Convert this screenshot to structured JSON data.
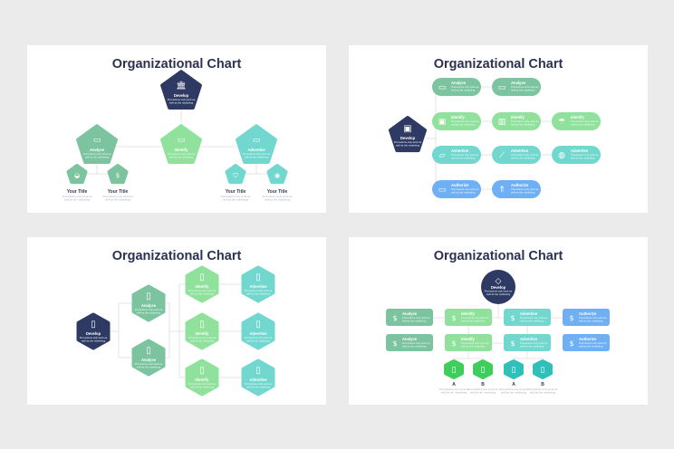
{
  "colors": {
    "navy": "#2e3a63",
    "sage": "#7cc4a0",
    "green": "#8fe19c",
    "teal": "#72d8cf",
    "blue": "#6fb0f5",
    "bright_green": "#3fce5c",
    "bright_teal": "#2fc0ba",
    "line": "#dddddd"
  },
  "slides": [
    {
      "title": "Organizational Chart",
      "nodes": [
        {
          "label": "Develop",
          "text": "Promotions only work as well as the marketing",
          "icon": "bank-icon",
          "color": "navy"
        },
        {
          "label": "Identify",
          "text": "Promotions only work as well as the marketing",
          "icon": "cash-icon",
          "color": "green"
        },
        {
          "label": "Analyse",
          "text": "Promotions only work as well as the marketing",
          "icon": "credit-card-icon",
          "color": "sage"
        },
        {
          "label": "Advertise",
          "text": "Promotions only work as well as the marketing",
          "icon": "card-icon",
          "color": "teal"
        },
        {
          "label": "Your Title",
          "text": "Promotions only work as well as the marketing",
          "icon": "piggy-bank-icon",
          "color": "sage"
        },
        {
          "label": "Your Title",
          "text": "Promotions only work as well as the marketing",
          "icon": "money-bag-icon",
          "color": "sage"
        },
        {
          "label": "Your Title",
          "text": "Promotions only work as well as the marketing",
          "icon": "shield-icon",
          "color": "teal"
        },
        {
          "label": "Your Title",
          "text": "Promotions only work as well as the marketing",
          "icon": "coin-icon",
          "color": "teal"
        }
      ]
    },
    {
      "title": "Organizational Chart",
      "nodes": [
        {
          "label": "Develop",
          "text": "Promotions only work as well as the marketing",
          "icon": "wallet-icon",
          "color": "navy"
        },
        {
          "label": "Analyse",
          "text": "Promotions only work as well as the marketing",
          "icon": "monitor-icon",
          "color": "sage"
        },
        {
          "label": "Analyse",
          "text": "Promotions only work as well as the marketing",
          "icon": "monitor-icon",
          "color": "sage"
        },
        {
          "label": "Identify",
          "text": "Promotions only work as well as the marketing",
          "icon": "safe-icon",
          "color": "green"
        },
        {
          "label": "Identify",
          "text": "Promotions only work as well as the marketing",
          "icon": "bar-chart-icon",
          "color": "green"
        },
        {
          "label": "Identify",
          "text": "Promotions only work as well as the marketing",
          "icon": "umbrella-icon",
          "color": "green"
        },
        {
          "label": "Advertise",
          "text": "Promotions only work as well as the marketing",
          "icon": "car-icon",
          "color": "teal"
        },
        {
          "label": "Advertise",
          "text": "Promotions only work as well as the marketing",
          "icon": "line-chart-icon",
          "color": "teal"
        },
        {
          "label": "Advertise",
          "text": "Promotions only work as well as the marketing",
          "icon": "globe-icon",
          "color": "teal"
        },
        {
          "label": "Authorize",
          "text": "Promotions only work as well as the marketing",
          "icon": "presentation-icon",
          "color": "blue"
        },
        {
          "label": "Authorize",
          "text": "Promotions only work as well as the marketing",
          "icon": "rocket-icon",
          "color": "blue"
        }
      ]
    },
    {
      "title": "Organizational Chart",
      "nodes": [
        {
          "label": "Develop",
          "text": "Promotions only work as well as the marketing",
          "icon": "smartphone-icon",
          "color": "navy"
        },
        {
          "label": "Analyse",
          "text": "Promotions only work as well as the marketing",
          "icon": "smartphone-icon",
          "color": "sage"
        },
        {
          "label": "Analyse",
          "text": "Promotions only work as well as the marketing",
          "icon": "smartphone-icon",
          "color": "sage"
        },
        {
          "label": "Identify",
          "text": "Promotions only work as well as the marketing",
          "icon": "smartphone-icon",
          "color": "green"
        },
        {
          "label": "Identify",
          "text": "Promotions only work as well as the marketing",
          "icon": "smartphone-icon",
          "color": "green"
        },
        {
          "label": "Identify",
          "text": "Promotions only work as well as the marketing",
          "icon": "smartphone-icon",
          "color": "green"
        },
        {
          "label": "Advertise",
          "text": "Promotions only work as well as the marketing",
          "icon": "smartphone-icon",
          "color": "teal"
        },
        {
          "label": "Advertise",
          "text": "Promotions only work as well as the marketing",
          "icon": "smartphone-icon",
          "color": "teal"
        },
        {
          "label": "Advertise",
          "text": "Promotions only work as well as the marketing",
          "icon": "smartphone-icon",
          "color": "teal"
        }
      ]
    },
    {
      "title": "Organizational Chart",
      "nodes": [
        {
          "label": "Develop",
          "text": "Promotions only work as well as the marketing",
          "icon": "diamond-icon",
          "color": "navy"
        },
        {
          "label": "Analyse",
          "text": "Promotions only work as well as the marketing",
          "icon": "dollar-icon",
          "color": "sage"
        },
        {
          "label": "Identify",
          "text": "Promotions only work as well as the marketing",
          "icon": "dollar-icon",
          "color": "green"
        },
        {
          "label": "Advertise",
          "text": "Promotions only work as well as the marketing",
          "icon": "dollar-icon",
          "color": "teal"
        },
        {
          "label": "Authorize",
          "text": "Promotions only work as well as the marketing",
          "icon": "dollar-icon",
          "color": "blue"
        },
        {
          "label": "Analyse",
          "text": "Promotions only work as well as the marketing",
          "icon": "dollar-icon",
          "color": "sage"
        },
        {
          "label": "Identify",
          "text": "Promotions only work as well as the marketing",
          "icon": "dollar-icon",
          "color": "green"
        },
        {
          "label": "Advertise",
          "text": "Promotions only work as well as the marketing",
          "icon": "dollar-icon",
          "color": "teal"
        },
        {
          "label": "Authorize",
          "text": "Promotions only work as well as the marketing",
          "icon": "dollar-icon",
          "color": "blue"
        },
        {
          "label": "A",
          "text": "Promotions only work as well as the marketing",
          "icon": "mobile-payment-icon",
          "color": "bright_green"
        },
        {
          "label": "B",
          "text": "Promotions only work as well as the marketing",
          "icon": "mobile-cash-icon",
          "color": "bright_green"
        },
        {
          "label": "A",
          "text": "Promotions only work as well as the marketing",
          "icon": "mobile-payment-icon",
          "color": "bright_teal"
        },
        {
          "label": "B",
          "text": "Promotions only work as well as the marketing",
          "icon": "mobile-cash-icon",
          "color": "bright_teal"
        }
      ]
    }
  ]
}
